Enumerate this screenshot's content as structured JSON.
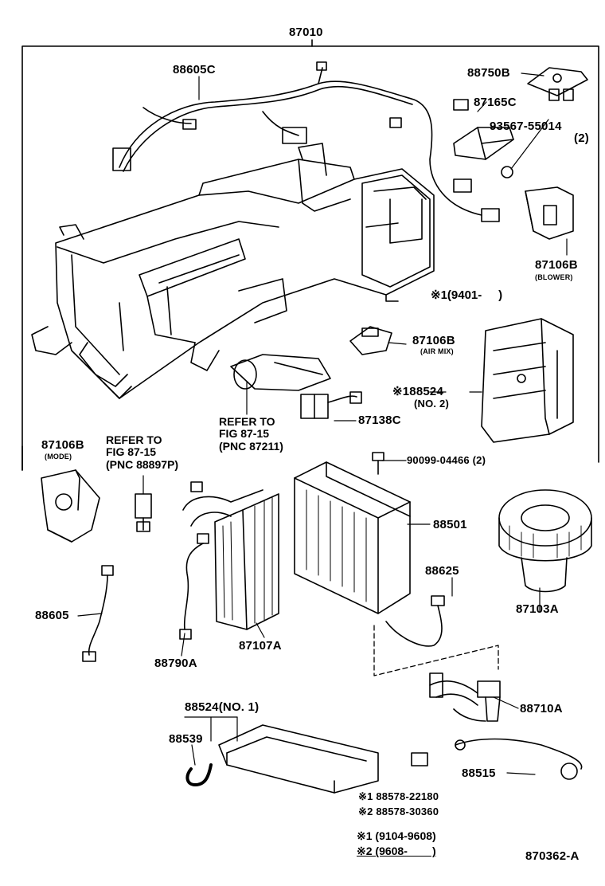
{
  "assembly_number": "87010",
  "parts": {
    "p88605C": "88605C",
    "p88750B": "88750B",
    "p87165C": "87165C",
    "p93567": "93567-55014",
    "p93567_qty": "(2)",
    "p87106B_blower": "87106B",
    "p87106B_blower_note": "(BLOWER)",
    "p87106B_air": "87106B",
    "p87106B_air_note": "(AIR MIX)",
    "p188524": "※188524",
    "p188524_note": "(NO. 2)",
    "p87138C": "87138C",
    "p87106B_mode": "87106B",
    "p87106B_mode_note": "(MODE)",
    "p90099": "90099-04466 (2)",
    "p88501": "88501",
    "p88625": "88625",
    "p87103A": "87103A",
    "p88605": "88605",
    "p87107A": "87107A",
    "p88790A": "88790A",
    "p88710A": "88710A",
    "p88524": "88524(NO. 1)",
    "p88539": "88539",
    "p88515": "88515",
    "p88578_1": "※1 88578-22180",
    "p88578_2": "※2 88578-30360"
  },
  "notes": {
    "range_9401": "※1(9401-     )",
    "refer_87211": "REFER TO\nFIG 87-15\n(PNC 87211)",
    "refer_88897P": "REFER TO\nFIG 87-15\n(PNC 88897P)",
    "footnote_1": "※1 (9104-9608)",
    "footnote_2": "※2 (9608-        )"
  },
  "figure_id": "870362-A",
  "colors": {
    "ink": "#000000",
    "paper": "#ffffff"
  },
  "icons": [
    "heater-unit-case",
    "blower-motor",
    "evaporator",
    "heater-core",
    "servo-motor",
    "wire-harness",
    "thermistor",
    "expansion-valve",
    "drain-tray"
  ]
}
